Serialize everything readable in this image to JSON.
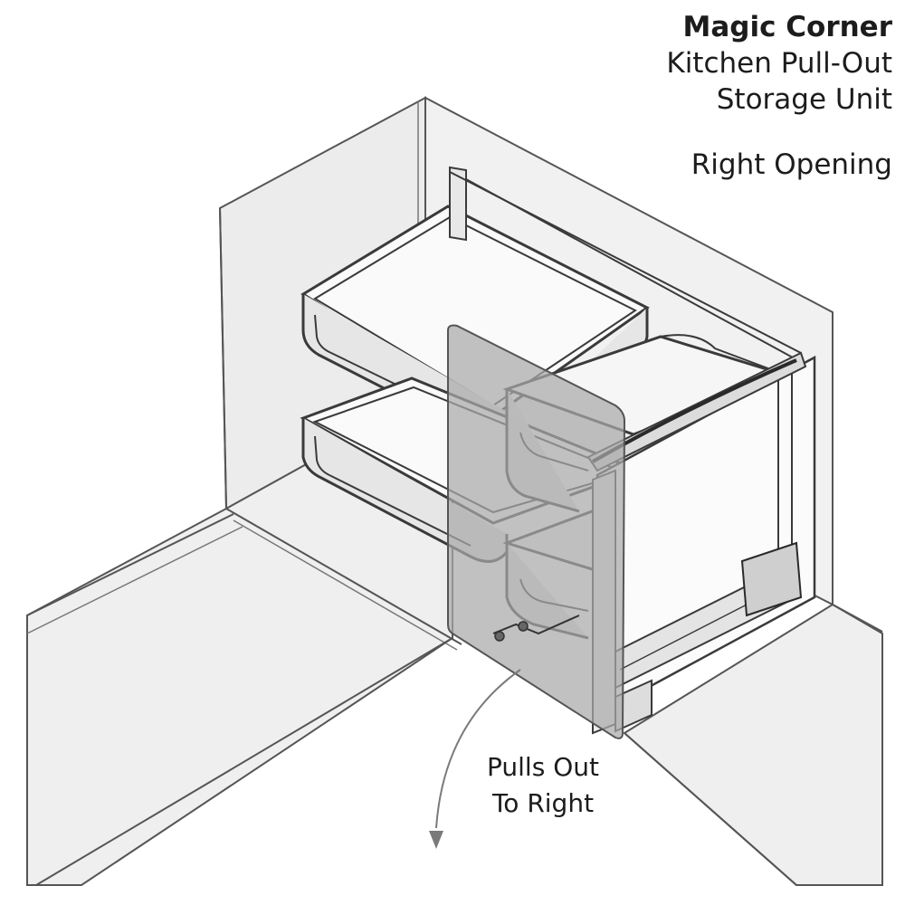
{
  "title": {
    "line1": "Magic Corner",
    "line2": "Kitchen Pull-Out",
    "line3": "Storage Unit",
    "line4": "Right Opening"
  },
  "annotation": {
    "line1": "Pulls Out",
    "line2": "To Right"
  },
  "colors": {
    "line": "#3a3a3a",
    "wall_fill": "#ececec",
    "floor_fill": "#efefef",
    "door_fill": "#b9b9b9",
    "basket_fill": "#d9d9d9",
    "arrow": "#7a7a7a"
  }
}
